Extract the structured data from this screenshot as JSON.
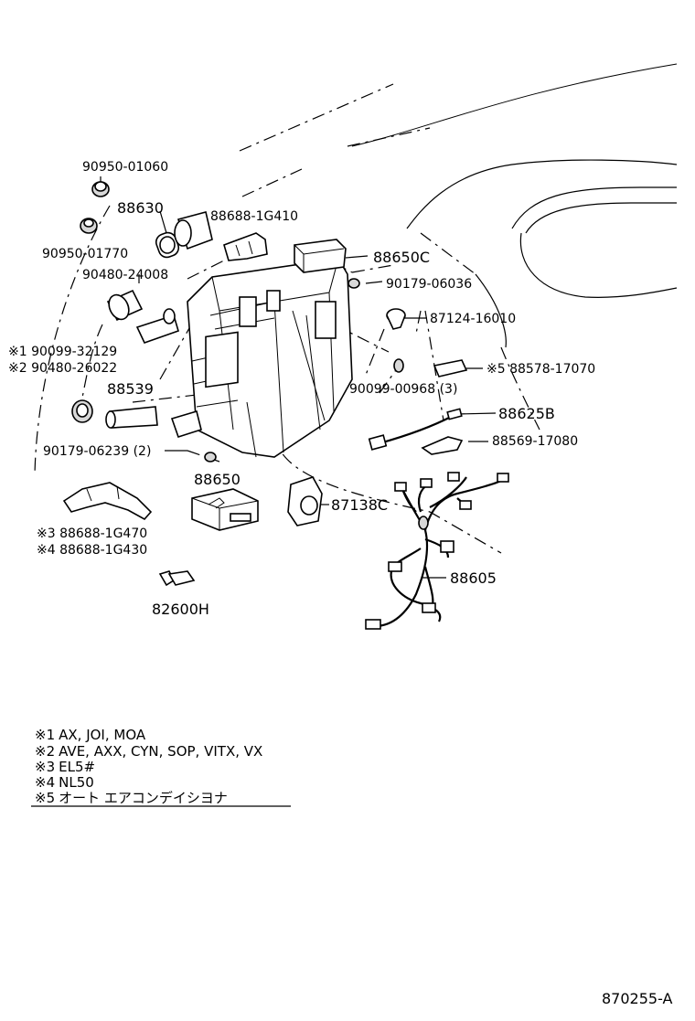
{
  "diagram": {
    "labels": {
      "p_90950_01060": "90950-01060",
      "p_88630": "88630",
      "p_88688_1G410": "88688-1G410",
      "p_90950_01770": "90950-01770",
      "p_88650C": "88650C",
      "p_90480_24008": "90480-24008",
      "p_90179_06036": "90179-06036",
      "p_87124_16010": "87124-16010",
      "p_90099_32129": "※1 90099-32129",
      "p_90480_26022": "※2 90480-26022",
      "p_88578_17070": "※5 88578-17070",
      "p_88539": "88539",
      "p_90099_00968": "90099-00968 (3)",
      "p_88625B": "88625B",
      "p_88569_17080": "88569-17080",
      "p_90179_06239": "90179-06239 (2)",
      "p_88650": "88650",
      "p_87138C": "87138C",
      "p_88688_1G470": "※3 88688-1G470",
      "p_88688_1G430": "※4 88688-1G430",
      "p_88605": "88605",
      "p_82600H": "82600H"
    },
    "notes": [
      {
        "mark": "※1",
        "text": "AX, JOI, MOA"
      },
      {
        "mark": "※2",
        "text": "AVE, AXX, CYN, SOP, VITX, VX"
      },
      {
        "mark": "※3",
        "text": "EL5#"
      },
      {
        "mark": "※4",
        "text": "NL50"
      },
      {
        "mark": "※5",
        "text": "オート エアコンデイシヨナ"
      }
    ],
    "figure_code": "870255-A"
  }
}
